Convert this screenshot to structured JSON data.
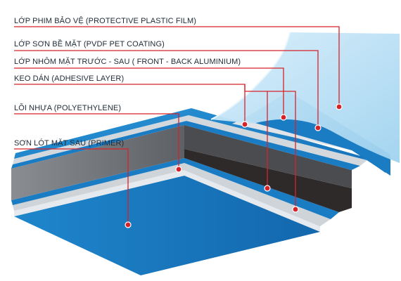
{
  "diagram": {
    "labels": [
      "LỚP PHIM BẢO VỆ (PROTECTIVE PLASTIC FILM)",
      "LỚP SƠN BỀ MẶT (PVDF PET COATING)",
      "LỚP NHÔM MẶT TRƯỚC - SAU ( FRONT - BACK ALUMINIUM)",
      "KEO DÁN (ADHESIVE LAYER)",
      "LÕI NHỰA (POLYETHYLENE)",
      "SƠN LÓT MẶT SAU (PRIMER)"
    ],
    "colors": {
      "film": "#bfe3f7",
      "blue": "#1a7cc3",
      "silver": "#cfd4d9",
      "core": "#6e7176",
      "dark": "#2e2a2a",
      "leader": "#d6232a"
    }
  }
}
